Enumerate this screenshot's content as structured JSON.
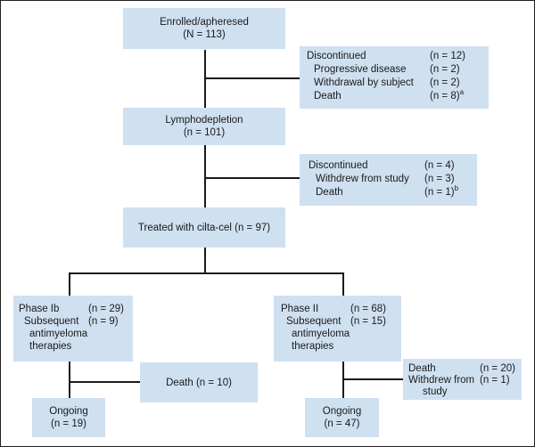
{
  "diagram": {
    "enrolled": {
      "label": "Enrolled/apheresed",
      "count": "(N = 113)"
    },
    "discontinued1": {
      "label": "Discontinued",
      "count": "(n = 12)",
      "items": [
        {
          "label": "Progressive disease",
          "count": "(n = 2)",
          "note": ""
        },
        {
          "label": "Withdrawal by subject",
          "count": "(n = 2)",
          "note": ""
        },
        {
          "label": "Death",
          "count": "(n = 8)",
          "note": "a"
        }
      ]
    },
    "lymphodepletion": {
      "label": "Lymphodepletion",
      "count": "(n = 101)"
    },
    "discontinued2": {
      "label": "Discontinued",
      "count": "(n = 4)",
      "items": [
        {
          "label": "Withdrew from study",
          "count": "(n = 3)",
          "note": ""
        },
        {
          "label": "Death",
          "count": "(n = 1)",
          "note": "b"
        }
      ]
    },
    "treated": {
      "label": "Treated with cilta-cel (n = 97)"
    },
    "phase1b": {
      "label": "Phase Ib",
      "count": "(n = 29)",
      "subsequent": "Subsequent",
      "subsequent_count": "(n = 9)",
      "subsequent_line2": "antimyeloma",
      "subsequent_line3": "therapies"
    },
    "phase2": {
      "label": "Phase II",
      "count": "(n = 68)",
      "subsequent": "Subsequent",
      "subsequent_count": "(n = 15)",
      "subsequent_line2": "antimyeloma",
      "subsequent_line3": "therapies"
    },
    "death_1b": {
      "label": "Death (n = 10)"
    },
    "death_2": {
      "death_label": "Death",
      "death_count": "(n = 20)",
      "withdrew_label": "Withdrew from",
      "withdrew_count": "(n = 1)",
      "withdrew_line2": "study"
    },
    "ongoing_1b": {
      "label": "Ongoing",
      "count": "(n = 19)"
    },
    "ongoing_2": {
      "label": "Ongoing",
      "count": "(n = 47)"
    }
  },
  "colors": {
    "box_fill": "#cfe0f1",
    "line": "#1a1a1a",
    "frame": "#222222"
  }
}
